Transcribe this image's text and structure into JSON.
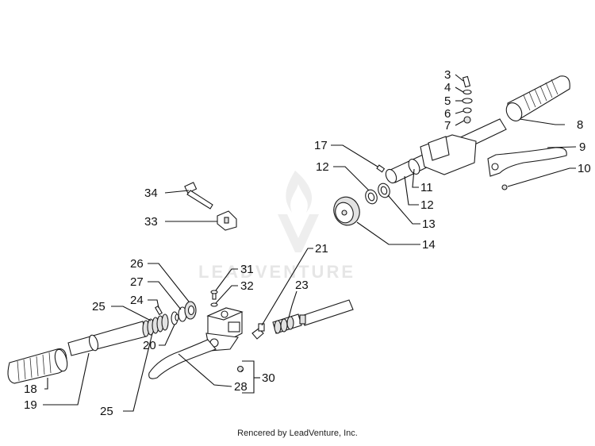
{
  "watermark": {
    "text": "LEADVENTURE"
  },
  "footer": {
    "text": "Rencered by LeadVenture, Inc."
  },
  "callouts": {
    "c3": "3",
    "c4": "4",
    "c5": "5",
    "c6": "6",
    "c7": "7",
    "c8": "8",
    "c9": "9",
    "c10": "10",
    "c11": "11",
    "c12a": "12",
    "c12b": "12",
    "c13": "13",
    "c14": "14",
    "c17": "17",
    "c18": "18",
    "c19": "19",
    "c20": "20",
    "c21": "21",
    "c23": "23",
    "c24": "24",
    "c25a": "25",
    "c25b": "25",
    "c26": "26",
    "c27": "27",
    "c28": "28",
    "c30": "30",
    "c31": "31",
    "c32": "32",
    "c33": "33",
    "c34": "34"
  }
}
